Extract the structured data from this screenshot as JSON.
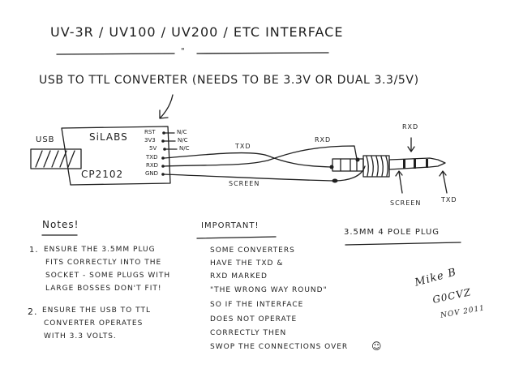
{
  "title": "UV-3R / UV100 / UV200 / ETC INTERFACE",
  "title_mark": "\"",
  "converter_heading": "USB TO TTL CONVERTER (NEEDS TO BE 3.3V OR DUAL 3.3/5V)",
  "converter_box": {
    "usb_label": "USB",
    "brand": "SiLABS",
    "chip": "CP2102",
    "pins": [
      {
        "name": "RST",
        "connection": "N/C"
      },
      {
        "name": "3V3",
        "connection": "N/C"
      },
      {
        "name": "5V",
        "connection": "N/C"
      },
      {
        "name": "TXD",
        "connection": ""
      },
      {
        "name": "RXD",
        "connection": ""
      },
      {
        "name": "GND",
        "connection": ""
      }
    ]
  },
  "wires": {
    "txd_label": "TXD",
    "rxd_label": "RXD",
    "screen_label": "SCREEN"
  },
  "plug": {
    "caption": "3.5MM 4 POLE PLUG",
    "rxd_label": "RXD",
    "screen_label": "SCREEN",
    "txd_label": "TXD"
  },
  "notes": {
    "heading": "Notes!",
    "items": [
      {
        "num": "1.",
        "lines": [
          "ENSURE THE 3.5MM PLUG",
          "FITS CORRECTLY INTO THE",
          "SOCKET - SOME PLUGS WITH",
          "LARGE BOSSES DON'T FIT!"
        ]
      },
      {
        "num": "2.",
        "lines": [
          "ENSURE THE USB TO TTL",
          "CONVERTER OPERATES",
          "WITH 3.3 VOLTS."
        ]
      }
    ]
  },
  "important": {
    "heading": "IMPORTANT!",
    "lines": [
      "SOME CONVERTERS",
      "HAVE THE TXD &",
      "RXD MARKED",
      "\"THE WRONG WAY ROUND\"",
      "SO IF THE INTERFACE",
      "DOES NOT OPERATE",
      "CORRECTLY THEN",
      "SWOP THE CONNECTIONS OVER"
    ],
    "smiley": "☺"
  },
  "signature": {
    "name": "Mike B",
    "callsign": "G0CVZ",
    "date": "NOV 2011"
  }
}
